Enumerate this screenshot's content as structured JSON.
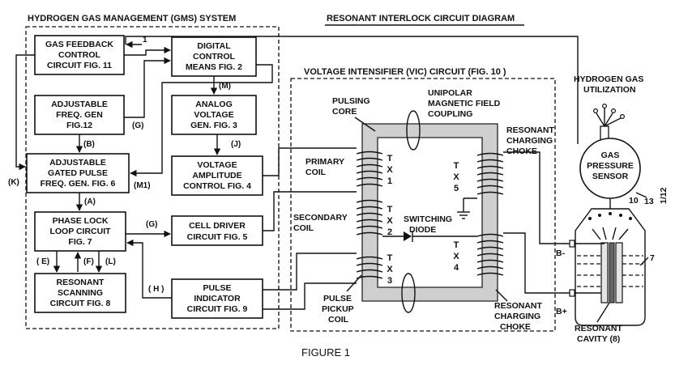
{
  "headers": {
    "gms_title": "HYDROGEN GAS MANAGEMENT (GMS) SYSTEM",
    "ric_title": "RESONANT INTERLOCK CIRCUIT DIAGRAM",
    "vic_title": "VOLTAGE INTENSIFIER (VIC) CIRCUIT (FIG. 10 )",
    "figure_caption": "FIGURE 1",
    "page_number": "1/12"
  },
  "blocks": {
    "gas_feedback": [
      "GAS FEEDBACK",
      "CONTROL",
      "CIRCUIT FIG. 11"
    ],
    "digital_control": [
      "DIGITAL",
      "CONTROL",
      "MEANS FIG. 2"
    ],
    "adjustable_freq": [
      "ADJUSTABLE",
      "FREQ. GEN",
      "FIG.12"
    ],
    "analog_voltage": [
      "ANALOG",
      "VOLTAGE",
      "GEN. FIG. 3"
    ],
    "gated_pulse": [
      "ADJUSTABLE",
      "GATED PULSE",
      "FREQ. GEN. FIG. 6"
    ],
    "voltage_amplitude": [
      "VOLTAGE",
      "AMPLITUDE",
      "CONTROL FIG. 4"
    ],
    "phase_lock": [
      "PHASE LOCK",
      "LOOP CIRCUIT",
      "FIG. 7"
    ],
    "cell_driver": [
      "CELL DRIVER",
      "CIRCUIT FIG. 5"
    ],
    "resonant_scanning": [
      "RESONANT",
      "SCANNING",
      "CIRCUIT FIG. 8"
    ],
    "pulse_indicator": [
      "PULSE",
      "INDICATOR",
      "CIRCUIT FIG. 9"
    ]
  },
  "signals": {
    "M": "(M)",
    "G_upper": "(G)",
    "B": "(B)",
    "J": "(J)",
    "K": "(K)",
    "M1": "(M1)",
    "A": "(A)",
    "G_lower": "(G)",
    "E": "( E)",
    "F": "(F)",
    "L": "(L)",
    "H": "( H )"
  },
  "vic_labels": {
    "pulsing_core": [
      "PULSING",
      "CORE"
    ],
    "unipolar": [
      "UNIPOLAR",
      "MAGNETIC FIELD",
      "COUPLING"
    ],
    "resonant_choke_top": [
      "RESONANT",
      "CHARGING",
      "CHOKE"
    ],
    "primary_coil": [
      "PRIMARY",
      "COIL"
    ],
    "secondary_coil": [
      "SECONDARY",
      "COIL"
    ],
    "switching_diode": [
      "SWITCHING",
      "DIODE"
    ],
    "pulse_pickup": [
      "PULSE",
      "PICKUP",
      "COIL"
    ],
    "resonant_choke_bottom": [
      "RESONANT",
      "CHARGING",
      "CHOKE"
    ]
  },
  "coils": {
    "tx1": [
      "T",
      "X",
      "1"
    ],
    "tx5": [
      "T",
      "X",
      "5"
    ],
    "tx2": [
      "T",
      "X",
      "2"
    ],
    "tx4": [
      "T",
      "X",
      "4"
    ],
    "tx3": [
      "T",
      "X",
      "3"
    ]
  },
  "cell_labels": {
    "hydrogen_util": [
      "HYDROGEN GAS",
      "UTILIZATION"
    ],
    "sensor": [
      "GAS",
      "PRESSURE",
      "SENSOR"
    ],
    "ref_10": "10",
    "ref_13": "13",
    "ref_7": "7",
    "b_minus": "B-",
    "b_plus": "B+",
    "resonant_cavity": [
      "RESONANT",
      "CAVITY (8)"
    ],
    "ref_1": "1"
  }
}
